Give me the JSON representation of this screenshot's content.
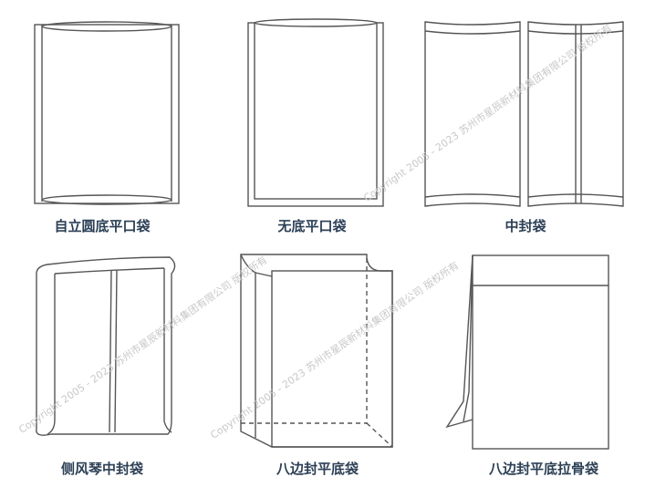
{
  "bags": [
    {
      "label": "自立圆底平口袋"
    },
    {
      "label": "无底平口袋"
    },
    {
      "label": "中封袋"
    },
    {
      "label": "侧风琴中封袋"
    },
    {
      "label": "八边封平底袋"
    },
    {
      "label": "八边封平底拉骨袋"
    }
  ],
  "watermark": "Copyright 2005 - 2023 苏州市星辰新材料集团有限公司 版权所有"
}
